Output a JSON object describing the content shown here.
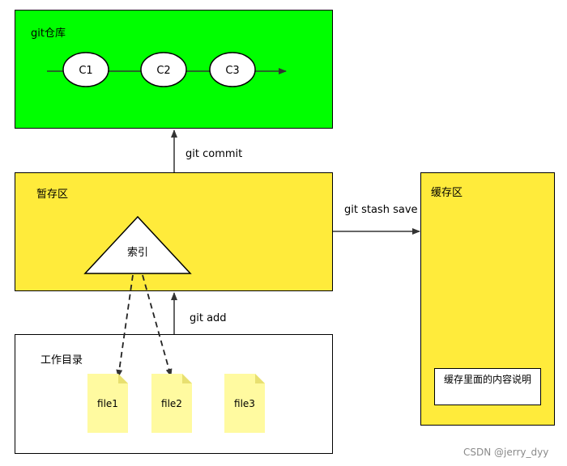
{
  "repo": {
    "title": "git仓库",
    "commits": [
      "C1",
      "C2",
      "C3"
    ]
  },
  "staging": {
    "title": "暂存区",
    "index_label": "索引"
  },
  "working": {
    "title": "工作目录",
    "files": [
      "file1",
      "file2",
      "file3"
    ]
  },
  "stash": {
    "title": "缓存区",
    "note": "缓存里面的内容说明"
  },
  "edges": {
    "commit": "git commit",
    "add": "git add",
    "stash_save": "git stash save"
  },
  "watermark": "CSDN @jerry_dyy",
  "colors": {
    "repo": "#00ff00",
    "staging": "#ffeb3b",
    "file": "#fffaa0"
  }
}
